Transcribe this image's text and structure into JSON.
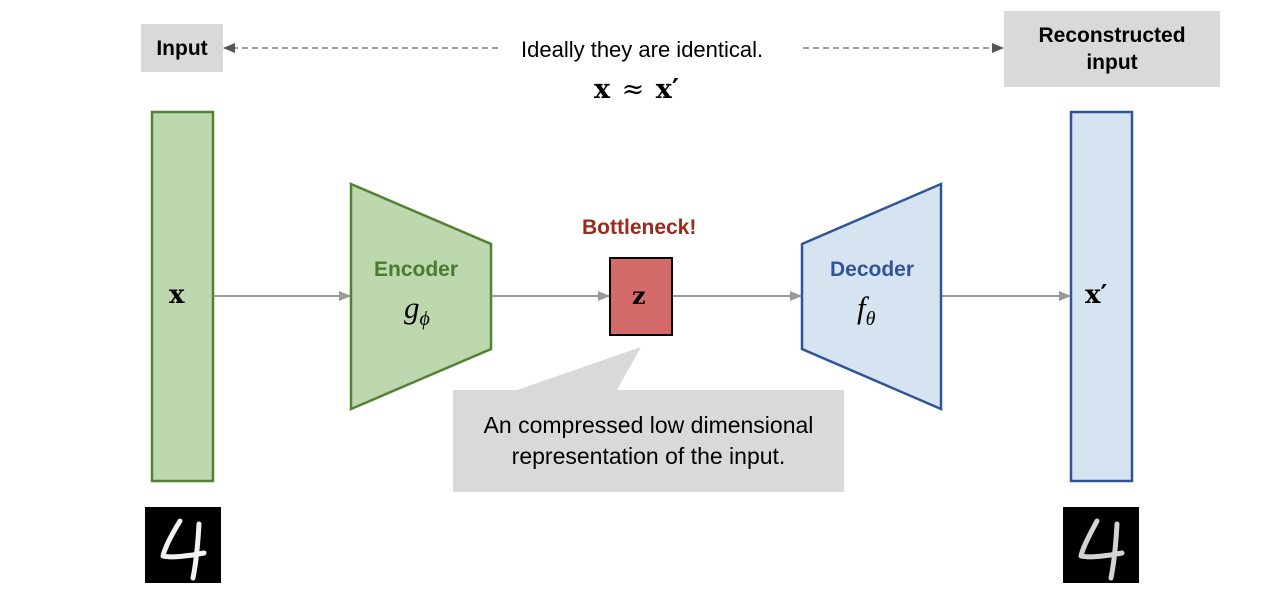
{
  "labels": {
    "input": "Input",
    "reconstructed": "Reconstructed input",
    "identical_note": "Ideally they are identical.",
    "approx_x": "x",
    "approx_sym": "≈",
    "approx_xprime": "x′",
    "x_var": "x",
    "xprime_var": "x′",
    "encoder_title": "Encoder",
    "encoder_fn_main": "g",
    "encoder_fn_sub": "ϕ",
    "decoder_title": "Decoder",
    "decoder_fn_main": "f",
    "decoder_fn_sub": "θ",
    "bottleneck": "Bottleneck!",
    "z_var": "z",
    "callout": "An compressed low dimensional representation of the input.",
    "digit_left": "4",
    "digit_right": "4"
  },
  "colors": {
    "green_fill": "#bdd7ae",
    "green_stroke": "#538135",
    "green_text": "#4a7a2e",
    "blue_fill": "#d6e4f2",
    "blue_stroke": "#2f5597",
    "blue_text": "#2f5597",
    "red_fill": "#d46a6a",
    "bottleneck_text": "#9c2a1c",
    "arrow": "#999999",
    "gray_box": "#d9d9d9"
  }
}
